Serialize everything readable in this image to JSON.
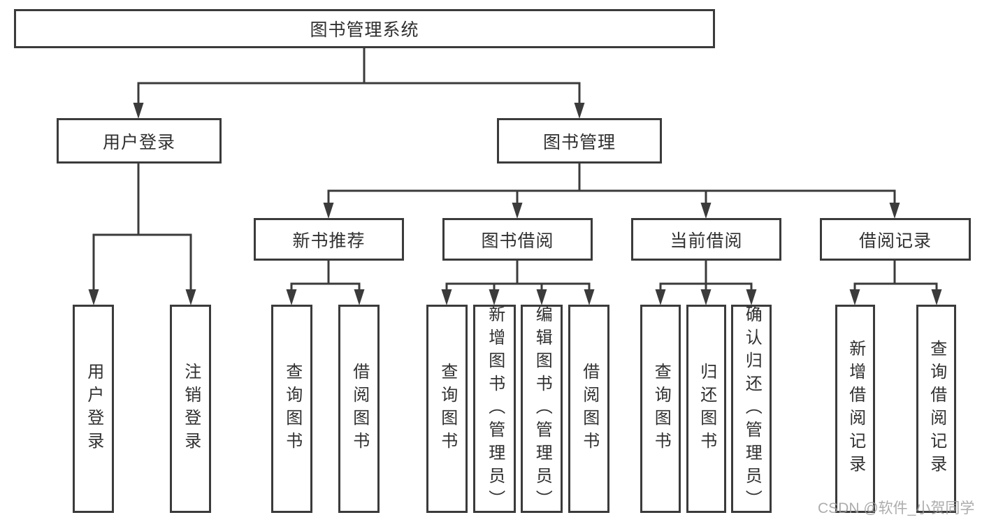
{
  "diagram": {
    "root": {
      "label": "图书管理系统"
    },
    "level2": [
      {
        "label": "用户登录"
      },
      {
        "label": "图书管理"
      }
    ],
    "level3": [
      {
        "label": "新书推荐",
        "parent": "图书管理"
      },
      {
        "label": "图书借阅",
        "parent": "图书管理"
      },
      {
        "label": "当前借阅",
        "parent": "图书管理"
      },
      {
        "label": "借阅记录",
        "parent": "图书管理"
      }
    ],
    "leaves": [
      {
        "label": "用户登录",
        "parent": "用户登录"
      },
      {
        "label": "注销登录",
        "parent": "用户登录"
      },
      {
        "label": "查询图书",
        "parent": "新书推荐"
      },
      {
        "label": "借阅图书",
        "parent": "新书推荐"
      },
      {
        "label": "查询图书",
        "parent": "图书借阅"
      },
      {
        "label": "新增图书（管理员）",
        "parent": "图书借阅"
      },
      {
        "label": "编辑图书（管理员）",
        "parent": "图书借阅"
      },
      {
        "label": "借阅图书",
        "parent": "图书借阅"
      },
      {
        "label": "查询图书",
        "parent": "当前借阅"
      },
      {
        "label": "归还图书",
        "parent": "当前借阅"
      },
      {
        "label": "确认归还（管理员）",
        "parent": "当前借阅"
      },
      {
        "label": "新增借阅记录",
        "parent": "借阅记录"
      },
      {
        "label": "查询借阅记录",
        "parent": "借阅记录"
      }
    ]
  },
  "watermark": {
    "text": "CSDN @软件_小贺同学"
  },
  "colors": {
    "line": "#3b3b3b",
    "text": "#303030",
    "watermark": "#9e9e9e",
    "background": "#ffffff"
  }
}
